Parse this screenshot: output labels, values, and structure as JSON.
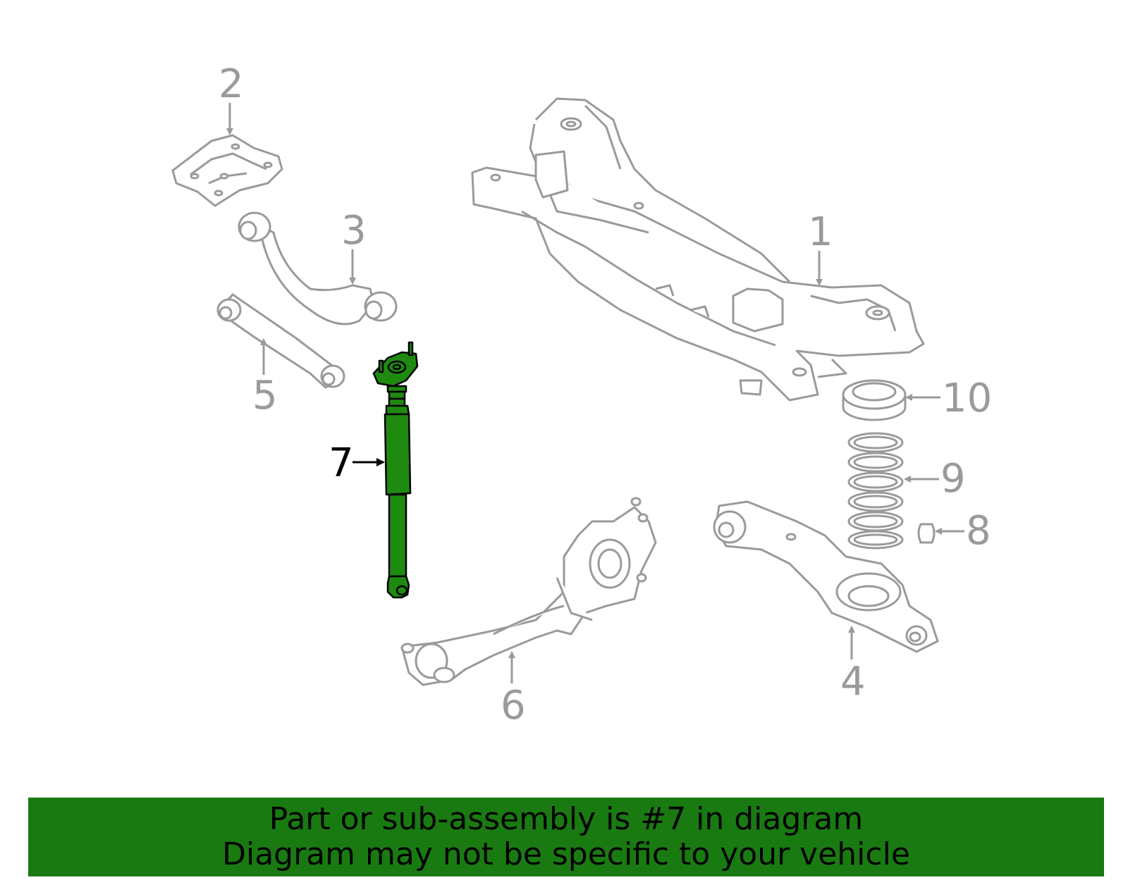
{
  "callouts": {
    "c1": "1",
    "c2": "2",
    "c3": "3",
    "c4": "4",
    "c5": "5",
    "c6": "6",
    "c7": "7",
    "c8": "8",
    "c9": "9",
    "c10": "10"
  },
  "highlighted_part": "7",
  "colors": {
    "outline": "#9a9a9a",
    "highlight_fill": "#1e8a10",
    "highlight_stroke": "#000000",
    "banner_background": "#1a7a12",
    "banner_text": "#000000"
  },
  "banner": {
    "line1": "Part or sub-assembly is #7 in diagram",
    "line2": "Diagram may not be specific to your vehicle"
  }
}
